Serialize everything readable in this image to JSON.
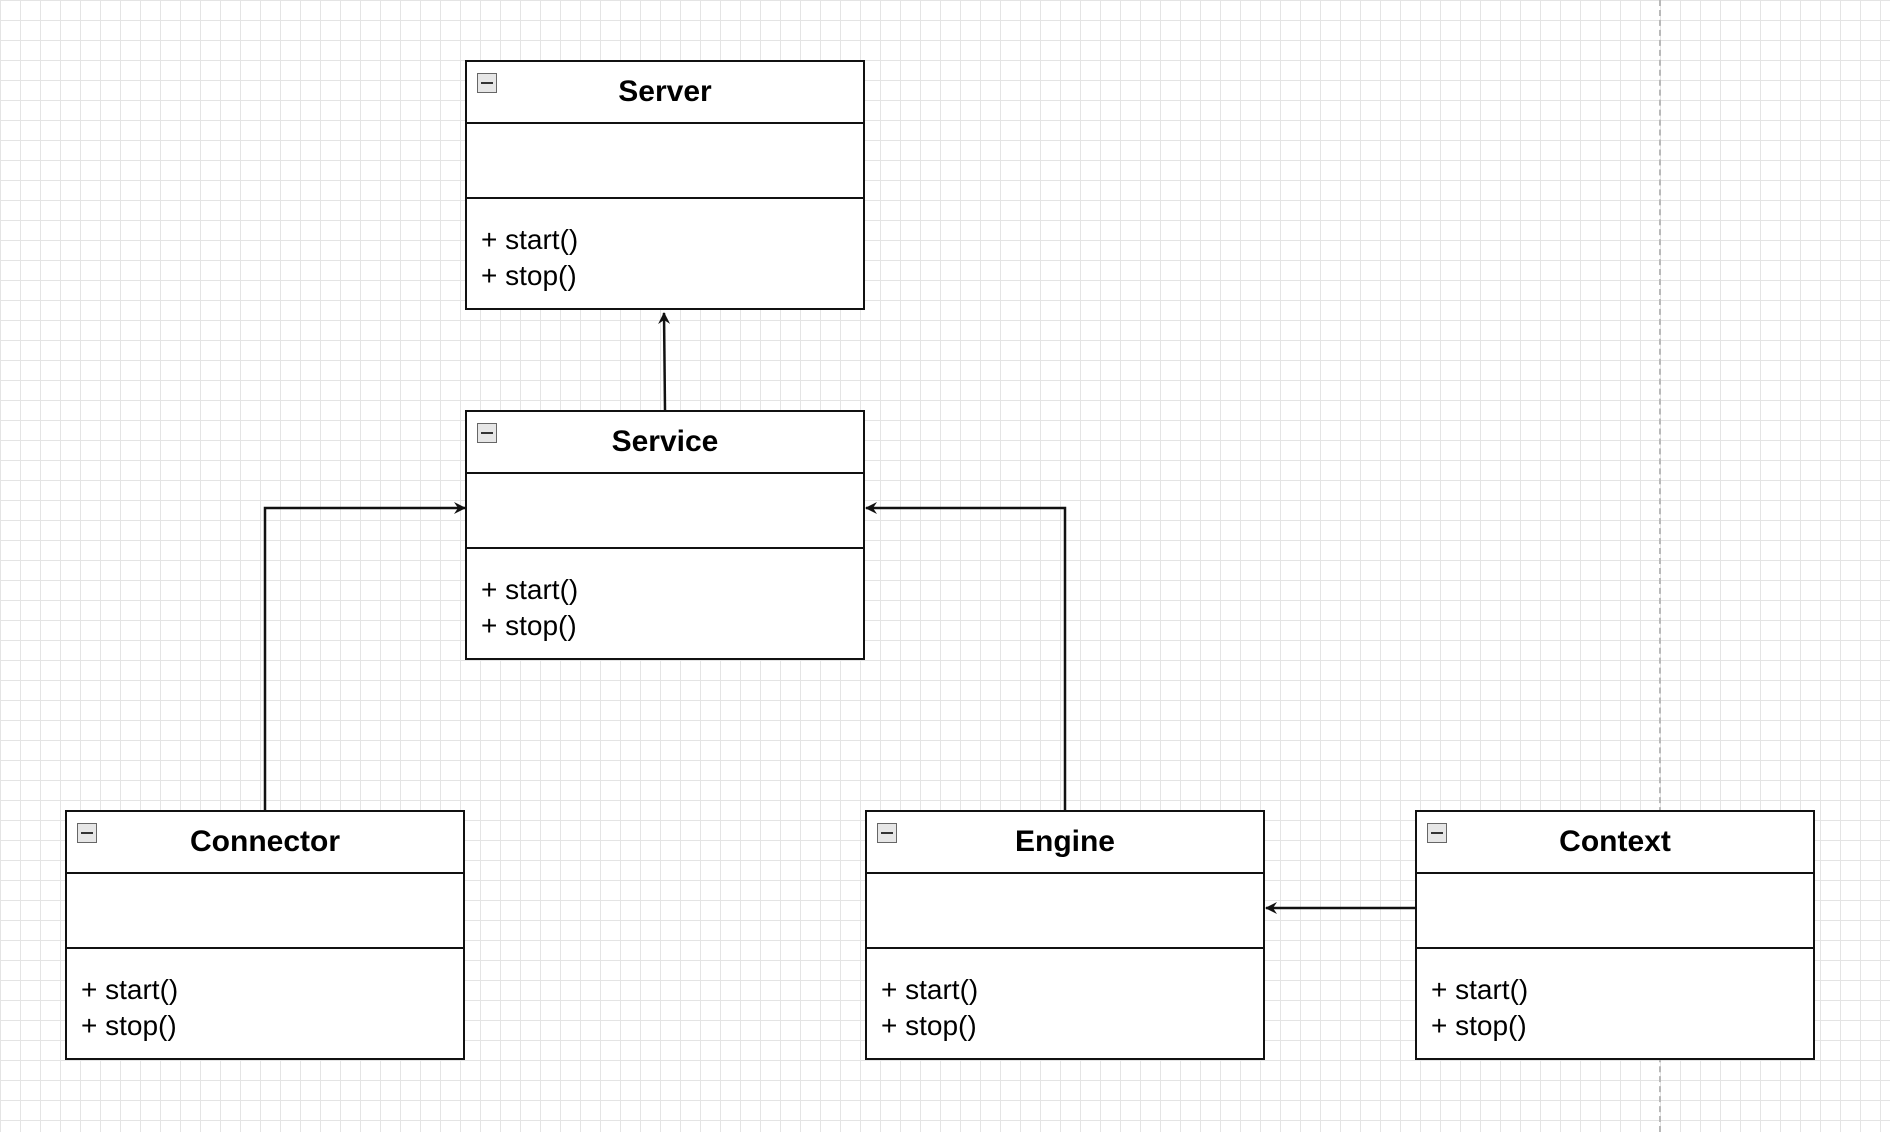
{
  "diagram": {
    "type": "uml-class-diagram",
    "background": "grid",
    "colors": {
      "line": "#111111",
      "grid": "#e4e4e4",
      "page_break": "#b8b8b8",
      "box_fill": "#ffffff"
    },
    "classes": [
      {
        "id": "server",
        "name": "Server",
        "attributes": [],
        "operations": [
          "+ start()",
          "+ stop()"
        ]
      },
      {
        "id": "service",
        "name": "Service",
        "attributes": [],
        "operations": [
          "+ start()",
          "+ stop()"
        ]
      },
      {
        "id": "connector",
        "name": "Connector",
        "attributes": [],
        "operations": [
          "+ start()",
          "+ stop()"
        ]
      },
      {
        "id": "engine",
        "name": "Engine",
        "attributes": [],
        "operations": [
          "+ start()",
          "+ stop()"
        ]
      },
      {
        "id": "context",
        "name": "Context",
        "attributes": [],
        "operations": [
          "+ start()",
          "+ stop()"
        ]
      }
    ],
    "edges": [
      {
        "from": "service",
        "to": "server",
        "arrow": "open-triangle-target"
      },
      {
        "from": "connector",
        "to": "service",
        "arrow": "open-triangle-target",
        "route": "orthogonal"
      },
      {
        "from": "engine",
        "to": "service",
        "arrow": "open-triangle-target",
        "route": "orthogonal"
      },
      {
        "from": "context",
        "to": "engine",
        "arrow": "open-triangle-target"
      }
    ],
    "icons": {
      "collapse": "collapse-minus-icon"
    }
  }
}
